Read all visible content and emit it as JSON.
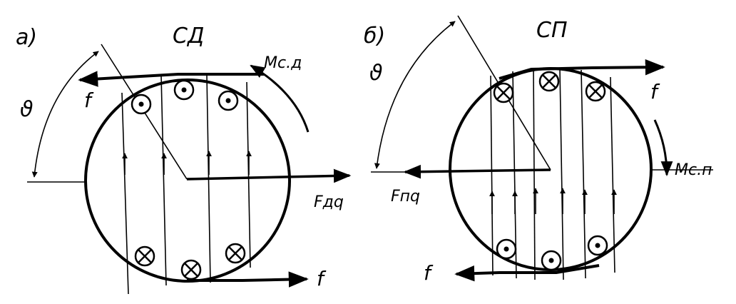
{
  "diagram": {
    "left": {
      "panel_label": "а)",
      "title": "СД",
      "theta": "ϑ",
      "force_top": "f",
      "force_bottom": "f",
      "torque": "Мс.д",
      "field_force": "Fдq"
    },
    "right": {
      "panel_label": "б)",
      "title": "СП",
      "theta": "ϑ",
      "force_top": "f",
      "force_bottom": "f",
      "torque": "Мс.п",
      "field_force": "Fпq"
    }
  }
}
